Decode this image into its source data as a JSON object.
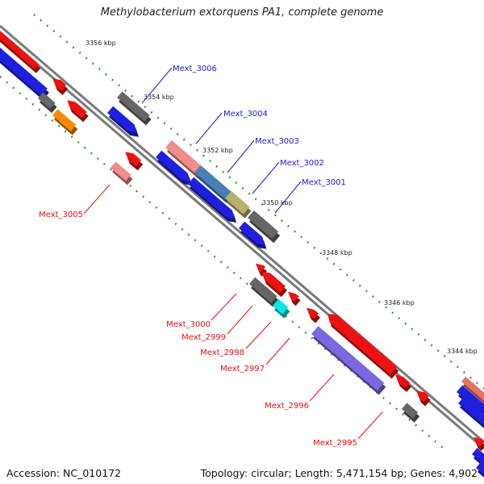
{
  "title": "Methylobacterium extorquens PA1, complete genome",
  "footer": {
    "accession": "Accession: NC_010172",
    "stats": "Topology: circular; Length: 5,471,154 bp; Genes: 4,902"
  },
  "ticks": [
    "3356 kbp",
    "3354 kbp",
    "3352 kbp",
    "3350 kbp",
    "3348 kbp",
    "3346 kbp",
    "3344 kbp"
  ],
  "gene_labels": {
    "forward": [
      "Mext_3006",
      "Mext_3004",
      "Mext_3003",
      "Mext_3002",
      "Mext_3001"
    ],
    "reverse": [
      "Mext_3005",
      "Mext_3000",
      "Mext_2999",
      "Mext_2998",
      "Mext_2997",
      "Mext_2996",
      "Mext_2995"
    ]
  },
  "colors": {
    "forward_label": "#1a1adb",
    "reverse_label": "#e01010",
    "backbone": "#7a7a7a",
    "tick": "#1a7a1a",
    "cds_forward": "#1f1fe0",
    "cds_reverse": "#ee1111",
    "gene_gray": "#666666",
    "rna_orange": "#ff8800",
    "pink": "#f08c8c",
    "steelblue": "#4a7fb5",
    "olive": "#b9b06a",
    "cyan": "#00e8e8",
    "lavender": "#7b68e0"
  }
}
